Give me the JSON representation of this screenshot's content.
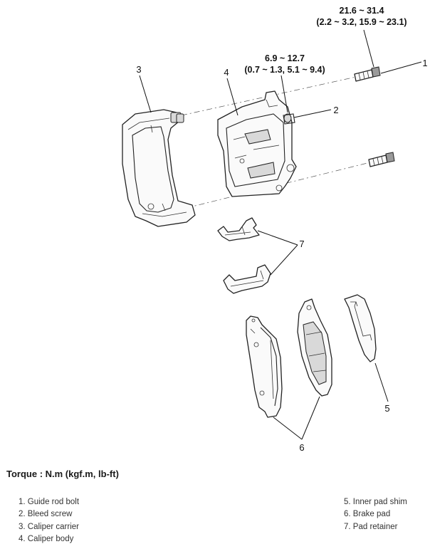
{
  "torque_specs": {
    "guide_rod_bolt": {
      "line1": "21.6 ~ 31.4",
      "line2": "(2.2 ~ 3.2, 15.9 ~ 23.1)"
    },
    "bleed_screw": {
      "line1": "6.9 ~ 12.7",
      "line2": "(0.7 ~ 1.3, 5.1 ~ 9.4)"
    }
  },
  "callouts": {
    "c1": "1",
    "c2": "2",
    "c3": "3",
    "c4": "4",
    "c5": "5",
    "c6": "6",
    "c7": "7"
  },
  "torque_heading": "Torque : N.m (kgf.m, lb-ft)",
  "legend_left": [
    "1. Guide rod bolt",
    "2. Bleed screw",
    "3. Caliper carrier",
    "4. Caliper body"
  ],
  "legend_right": [
    "5. Inner pad shim",
    "6. Brake pad",
    "7. Pad retainer"
  ]
}
